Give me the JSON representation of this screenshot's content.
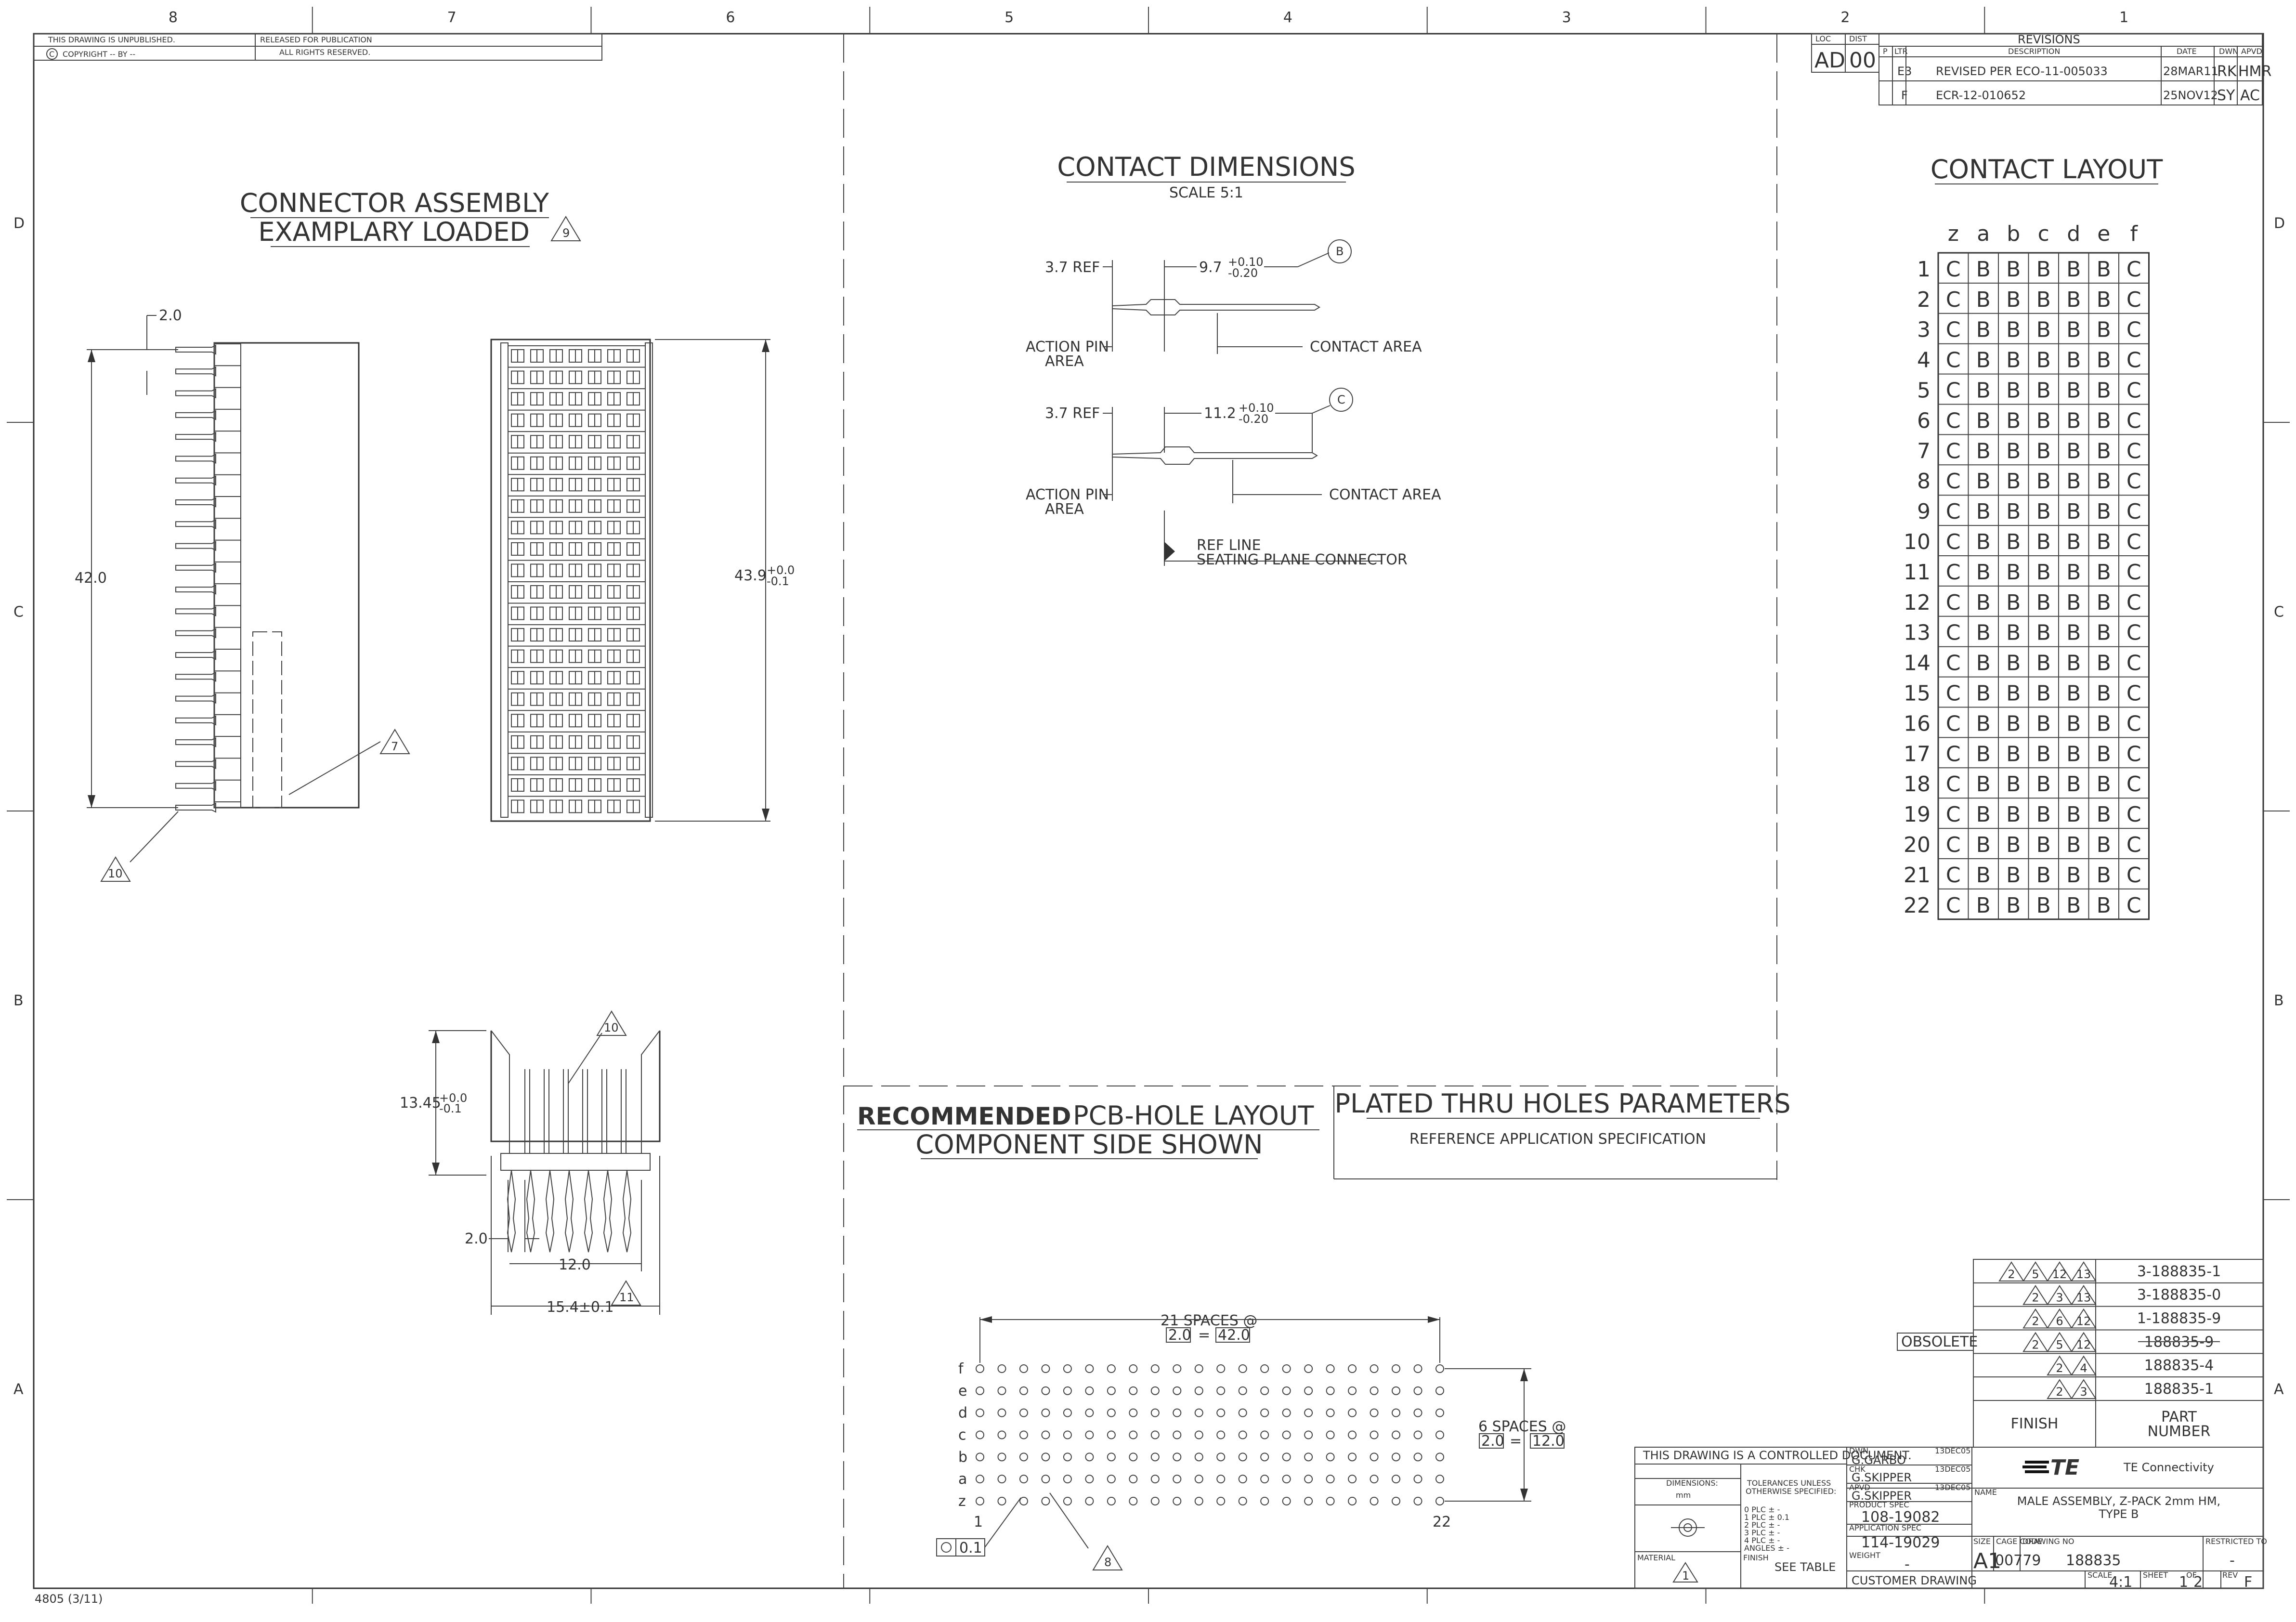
{
  "border": {
    "columns": [
      "8",
      "7",
      "6",
      "5",
      "4",
      "3",
      "2",
      "1"
    ],
    "rows": [
      "D",
      "C",
      "B",
      "A"
    ],
    "form_code": "4805 (3/11)"
  },
  "header_block": {
    "line1": "THIS DRAWING IS UNPUBLISHED.",
    "line1b": "RELEASED FOR PUBLICATION",
    "line2": "COPYRIGHT  --  BY --",
    "line2b": "ALL RIGHTS RESERVED."
  },
  "revisions": {
    "title": "REVISIONS",
    "loc_label": "LOC",
    "dist_label": "DIST",
    "loc": "AD",
    "dist": "00",
    "headers": [
      "P",
      "LTR",
      "DESCRIPTION",
      "DATE",
      "DWN",
      "APVD"
    ],
    "rows": [
      {
        "ltr": "E3",
        "description": "REVISED PER ECO-11-005033",
        "date": "28MAR11",
        "dwn": "RK",
        "apvd": "HMR"
      },
      {
        "ltr": "F",
        "description": "ECR-12-010652",
        "date": "25NOV12",
        "dwn": "SY",
        "apvd": "AC"
      }
    ]
  },
  "connector_assembly": {
    "title_line1": "CONNECTOR ASSEMBLY",
    "title_line2": "EXAMPLARY LOADED",
    "note_flag": "9",
    "dim_top": "2.0",
    "dim_height": "42.0",
    "flag_7": "7",
    "flag_10": "10",
    "front_dim": "43.9",
    "front_tol_plus": "+0.0",
    "front_tol_minus": "-0.1"
  },
  "side_view": {
    "dim_height": "13.45",
    "tol_plus": "+0.0",
    "tol_minus": "-0.1",
    "dim_pitch": "2.0",
    "dim_width": "12.0",
    "dim_overall": "15.4±0.1",
    "flag_10": "10",
    "flag_11": "11"
  },
  "contact_dimensions": {
    "title": "CONTACT DIMENSIONS",
    "scale": "SCALE 5:1",
    "b_ref": "3.7 REF",
    "b_len": "9.7",
    "b_tol_plus": "+0.10",
    "b_tol_minus": "-0.20",
    "b_flag": "B",
    "c_ref": "3.7 REF",
    "c_len": "11.2",
    "c_tol_plus": "+0.10",
    "c_tol_minus": "-0.20",
    "c_flag": "C",
    "action_pin_1": "ACTION PIN",
    "action_pin_2": "AREA",
    "contact_area": "CONTACT AREA",
    "ref_line": "REF LINE",
    "seating_plane": "SEATING PLANE CONNECTOR"
  },
  "contact_layout": {
    "title": "CONTACT LAYOUT",
    "columns": [
      "z",
      "a",
      "b",
      "c",
      "d",
      "e",
      "f"
    ],
    "rows": [
      "1",
      "2",
      "3",
      "4",
      "5",
      "6",
      "7",
      "8",
      "9",
      "10",
      "11",
      "12",
      "13",
      "14",
      "15",
      "16",
      "17",
      "18",
      "19",
      "20",
      "21",
      "22"
    ],
    "pattern": [
      "C",
      "B",
      "B",
      "B",
      "B",
      "B",
      "C"
    ]
  },
  "pcb_layout": {
    "title_bold": "RECOMMENDED",
    "title_rest": "PCB-HOLE LAYOUT",
    "subtitle": "COMPONENT SIDE SHOWN",
    "spaces_21": "21 SPACES @",
    "pitch_2": "2.0",
    "eq": "=",
    "total_42": "42.0",
    "spaces_6": "6 SPACES @",
    "total_12": "12.0",
    "row_labels": [
      "f",
      "e",
      "d",
      "c",
      "b",
      "a",
      "z"
    ],
    "first_col": "1",
    "last_col": "22",
    "tolerance": "0.1",
    "flag_8": "8"
  },
  "plated_holes": {
    "title": "PLATED THRU HOLES PARAMETERS",
    "subtitle": "REFERENCE APPLICATION SPECIFICATION"
  },
  "part_table": {
    "rows": [
      {
        "flags": [
          "2",
          "5",
          "12",
          "13"
        ],
        "part": "3-188835-1",
        "obsolete": false
      },
      {
        "flags": [
          "2",
          "3",
          "13"
        ],
        "part": "3-188835-0",
        "obsolete": false
      },
      {
        "flags": [
          "2",
          "6",
          "12"
        ],
        "part": "1-188835-9",
        "obsolete": false
      },
      {
        "flags": [
          "2",
          "5",
          "12"
        ],
        "part": "188835-9",
        "obsolete": true
      },
      {
        "flags": [
          "2",
          "4"
        ],
        "part": "188835-4",
        "obsolete": false
      },
      {
        "flags": [
          "2",
          "3"
        ],
        "part": "188835-1",
        "obsolete": false
      }
    ],
    "obsolete_label": "OBSOLETE",
    "finish_header": "FINISH",
    "part_header_1": "PART",
    "part_header_2": "NUMBER"
  },
  "title_block": {
    "controlled": "THIS DRAWING IS A CONTROLLED DOCUMENT.",
    "dimensions_label": "DIMENSIONS:",
    "dimensions_unit": "mm",
    "tolerances_1": "TOLERANCES UNLESS",
    "tolerances_2": "OTHERWISE SPECIFIED:",
    "plc": [
      "0 PLC    ± -",
      "1 PLC    ± 0.1",
      "2 PLC    ± -",
      "3 PLC    ± -",
      "4 PLC    ± -",
      "ANGLES       ± -"
    ],
    "material_label": "MATERIAL",
    "material_flag": "1",
    "finish_label": "FINISH",
    "finish_value": "SEE TABLE",
    "dwn_label": "DWN",
    "dwn_name": "G.GARBO",
    "dwn_date": "13DEC05",
    "chk_label": "CHK",
    "chk_name": "G.SKIPPER",
    "chk_date": "13DEC05",
    "apvd_label": "APVD",
    "apvd_name": "G.SKIPPER",
    "apvd_date": "13DEC05",
    "product_spec_label": "PRODUCT SPEC",
    "product_spec": "108-19082",
    "application_spec_label": "APPLICATION SPEC",
    "application_spec": "114-19029",
    "weight_label": "WEIGHT",
    "weight": "-",
    "customer_drawing": "CUSTOMER DRAWING",
    "company": "TE Connectivity",
    "logo_text": "TE",
    "name_label": "NAME",
    "name_line1": "MALE ASSEMBLY, Z-PACK 2mm HM,",
    "name_line2": "TYPE B",
    "size_label": "SIZE",
    "size": "A1",
    "cage_label": "CAGE CODE",
    "cage": "00779",
    "drawing_no_label": "DRAWING NO",
    "drawing_no": "188835",
    "restricted_label": "RESTRICTED TO",
    "restricted": "-",
    "scale_label": "SCALE",
    "scale": "4:1",
    "sheet_label": "SHEET",
    "sheet": "1",
    "of_label": "OF",
    "sheet_of": "2",
    "rev_label": "REV",
    "rev": "F"
  }
}
